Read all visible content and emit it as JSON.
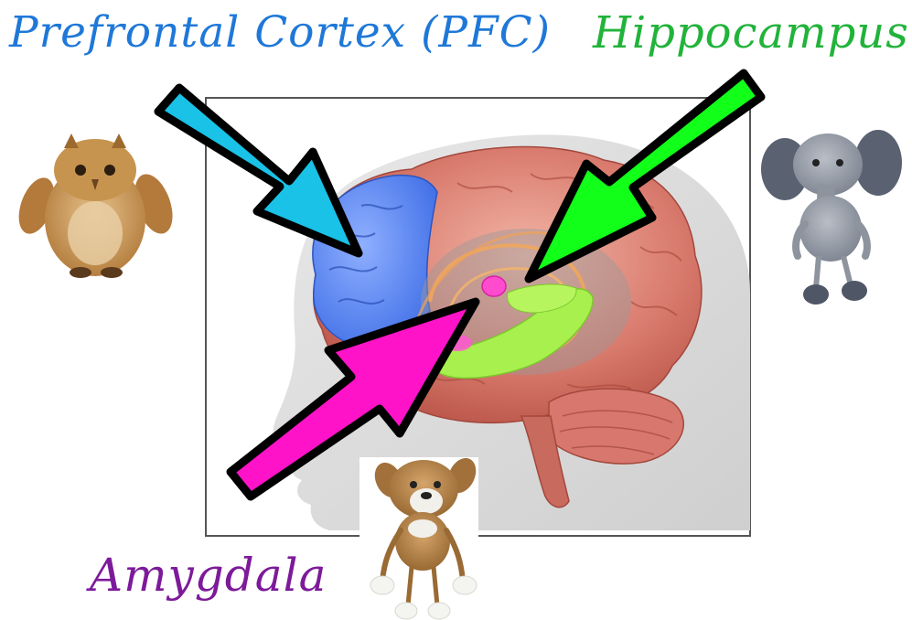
{
  "labels": {
    "prefrontal": "Prefrontal Cortex (PFC)",
    "hippocampus": "Hippocampus",
    "amygdala": "Amygdala"
  },
  "colors": {
    "prefrontal_text": "#1f78d8",
    "hippocampus_text": "#21b33a",
    "amygdala_text": "#7d1a9a",
    "pfc_arrow": "#19c2e6",
    "hippocampus_arrow": "#12ff1a",
    "amygdala_arrow": "#ff13c8",
    "pfc_region": "#4d7ff0",
    "hippocampus_region": "#a6f24d",
    "amygdala_region": "#ff4ccf"
  },
  "illustrations": {
    "owl": "owl-plush",
    "elephant": "elephant-plush",
    "dog": "dog-plush",
    "brain": "brain-side-view"
  }
}
